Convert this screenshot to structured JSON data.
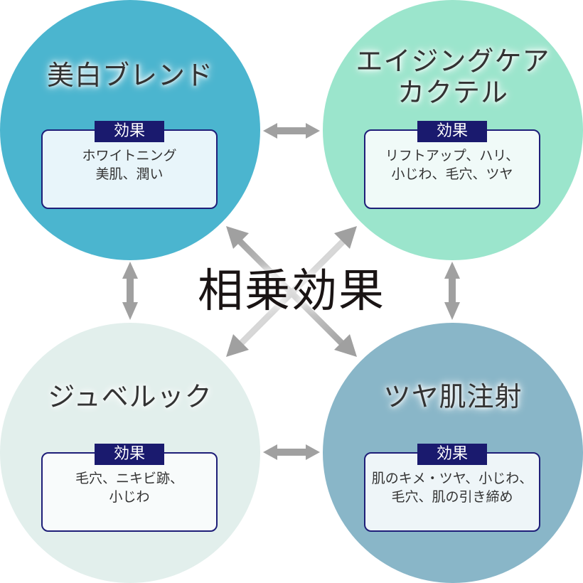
{
  "center_title": "相乗効果",
  "colors": {
    "circle_top_left": "#4bb5cf",
    "circle_top_right": "#9be5cc",
    "circle_bottom_left": "#e2efec",
    "circle_bottom_right": "#89b6c8",
    "badge": "#1a1a6e",
    "arrow": "#a0a0a0"
  },
  "nodes": [
    {
      "id": "top-left",
      "title_lines": [
        "美白ブレンド"
      ],
      "effect_label": "効果",
      "effect_lines": [
        "ホワイトニング",
        "美肌、潤い"
      ]
    },
    {
      "id": "top-right",
      "title_lines": [
        "エイジングケア",
        "カクテル"
      ],
      "effect_label": "効果",
      "effect_lines": [
        "リフトアップ、ハリ、",
        "小じわ、毛穴、ツヤ"
      ]
    },
    {
      "id": "bottom-left",
      "title_lines": [
        "ジュベルック"
      ],
      "effect_label": "効果",
      "effect_lines": [
        "毛穴、ニキビ跡、",
        "小じわ"
      ]
    },
    {
      "id": "bottom-right",
      "title_lines": [
        "ツヤ肌注射"
      ],
      "effect_label": "効果",
      "effect_lines": [
        "肌のキメ・ツヤ、小じわ、",
        "毛穴、肌の引き締め"
      ]
    }
  ],
  "connections": [
    {
      "from": "top-left",
      "to": "top-right",
      "type": "bidirectional"
    },
    {
      "from": "bottom-left",
      "to": "bottom-right",
      "type": "bidirectional"
    },
    {
      "from": "top-left",
      "to": "bottom-left",
      "type": "bidirectional"
    },
    {
      "from": "top-right",
      "to": "bottom-right",
      "type": "bidirectional"
    },
    {
      "from": "top-left",
      "to": "bottom-right",
      "type": "bidirectional"
    },
    {
      "from": "top-right",
      "to": "bottom-left",
      "type": "bidirectional"
    }
  ]
}
